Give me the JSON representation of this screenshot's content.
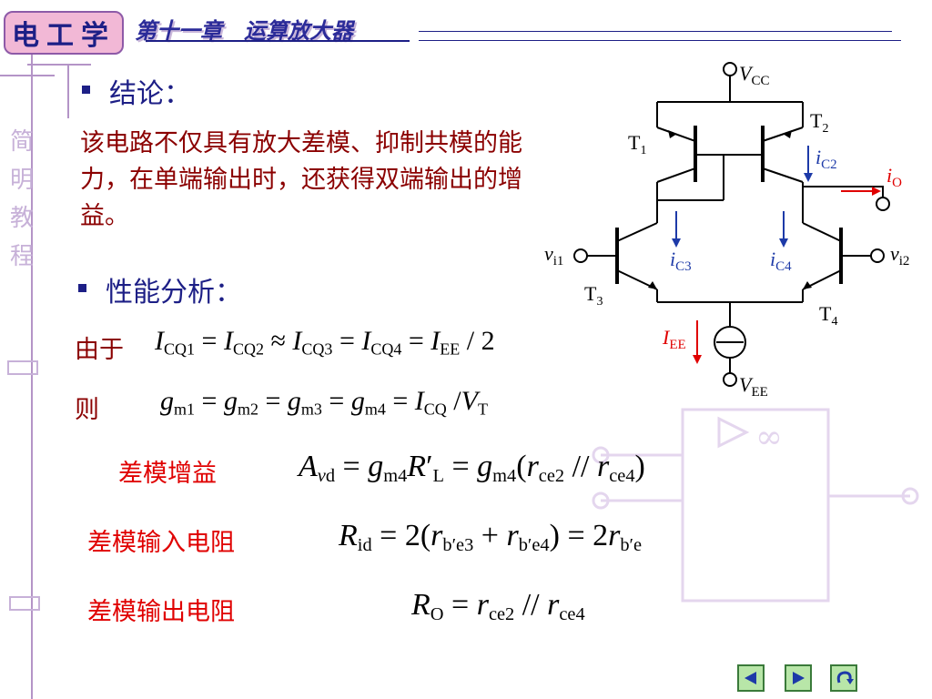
{
  "header": {
    "logo_text": "电工学",
    "chapter_title": "第十一章　运算放大器"
  },
  "sidebar": {
    "vertical_title": [
      "简",
      "明",
      "教",
      "程"
    ]
  },
  "section1": {
    "heading": "结论：",
    "paragraph": "该电路不仅具有放大差模、抑制共模的能力，在单端输出时，还获得双端输出的增益。"
  },
  "section2": {
    "heading": "性能分析：",
    "since_label": "由于",
    "then_label": "则",
    "diff_gain_label": "差模增益",
    "diff_input_res_label": "差模输入电阻",
    "diff_output_res_label": "差模输出电阻"
  },
  "circuit": {
    "vcc": "V",
    "vcc_sub": "CC",
    "vee": "V",
    "vee_sub": "EE",
    "t1": "T",
    "t1_sub": "1",
    "t2": "T",
    "t2_sub": "2",
    "t3": "T",
    "t3_sub": "3",
    "t4": "T",
    "t4_sub": "4",
    "ic2": "i",
    "ic2_sub": "C2",
    "ic3": "i",
    "ic3_sub": "C3",
    "ic4": "i",
    "ic4_sub": "C4",
    "io": "i",
    "io_sub": "O",
    "iee": "I",
    "iee_sub": "EE",
    "vi1": "v",
    "vi1_sub": "i1",
    "vi2": "v",
    "vi2_sub": "i2"
  },
  "colors": {
    "title_blue": "#1d1f86",
    "paragraph_dark_red": "#8b0000",
    "label_red": "#e00000",
    "current_blue": "#1d3aa8"
  },
  "nav": {
    "prev_icon": "triangle-left-icon",
    "next_icon": "triangle-right-icon",
    "return_icon": "return-arrow-icon"
  }
}
